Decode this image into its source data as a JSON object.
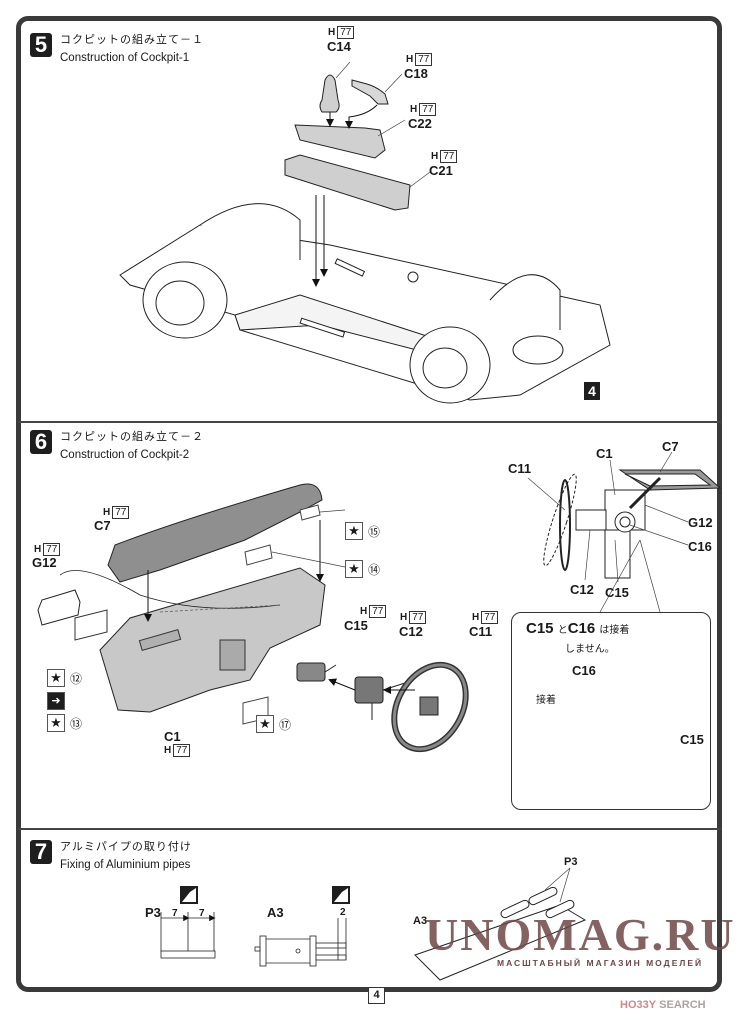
{
  "page": {
    "number": "4",
    "accent_color": "#1e1e1e",
    "frame_color": "#3a3a3a"
  },
  "steps": [
    {
      "number": "5",
      "title_jp": "コクピットの組み立て－１",
      "title_en": "Construction of Cockpit-1",
      "parts": [
        {
          "id": "C14",
          "paint": "77",
          "paint_prefix": "H"
        },
        {
          "id": "C18",
          "paint": "77",
          "paint_prefix": "H"
        },
        {
          "id": "C22",
          "paint": "77",
          "paint_prefix": "H"
        },
        {
          "id": "C21",
          "paint": "77",
          "paint_prefix": "H"
        }
      ],
      "ref_step": "4"
    },
    {
      "number": "6",
      "title_jp": "コクピットの組み立て－２",
      "title_en": "Construction of Cockpit-2",
      "parts": [
        {
          "id": "C7",
          "paint": "77",
          "paint_prefix": "H"
        },
        {
          "id": "G12",
          "paint": "77",
          "paint_prefix": "H"
        },
        {
          "id": "C15",
          "paint": "77",
          "paint_prefix": "H"
        },
        {
          "id": "C12",
          "paint": "77",
          "paint_prefix": "H"
        },
        {
          "id": "C11",
          "paint": "77",
          "paint_prefix": "H"
        },
        {
          "id": "C1",
          "paint": "77",
          "paint_prefix": "H"
        }
      ],
      "decals": [
        {
          "icon": "star-decal-icon",
          "num": "⑮"
        },
        {
          "icon": "star-decal-icon",
          "num": "⑭"
        },
        {
          "icon": "star-decal-icon",
          "num": "⑫"
        },
        {
          "icon": "decal-transfer-icon",
          "num": ""
        },
        {
          "icon": "star-decal-icon",
          "num": "⑬"
        },
        {
          "icon": "star-decal-icon",
          "num": "⑰"
        }
      ],
      "detail_labels": [
        "C11",
        "C1",
        "C7",
        "G12",
        "C16",
        "C12",
        "C15"
      ],
      "note": {
        "title_a": "C15",
        "title_and": "と",
        "title_b": "C16",
        "title_tail": "は接着",
        "line2": "しません。",
        "label_c16": "C16",
        "label_glue": "接着",
        "label_c15": "C15"
      }
    },
    {
      "number": "7",
      "title_jp": "アルミパイプの取り付け",
      "title_en": "Fixing of Aluminium pipes",
      "cut_part": "P3",
      "cut_dims": [
        "7",
        "7"
      ],
      "a3_label": "A3",
      "a3_dim": "2",
      "assembly_labels": {
        "p3": "P3",
        "a3": "A3"
      }
    }
  ],
  "watermark": {
    "main": "UNOMAG.RU",
    "sub": "МАСШТАБНЫЙ МАГАЗИН МОДЕЛЕЙ"
  },
  "footer_credit": {
    "brand_a": "HO33Y",
    "brand_b": "SEARCH"
  }
}
